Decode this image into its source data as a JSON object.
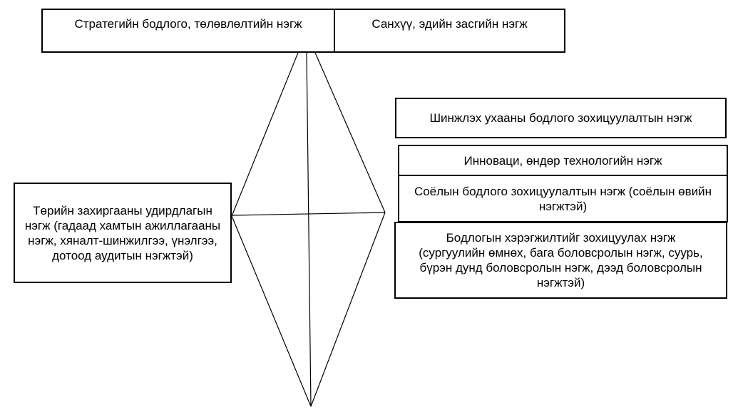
{
  "top_boxes": {
    "strategy": "Стратегийн бодлого, төлөвлөлтийн нэгж",
    "finance": "Санхүү, эдийн засгийн нэгж"
  },
  "left_box": {
    "state_admin": "Төрийн захиргааны удирдлагын нэгж  (гадаад хамтын ажиллагааны нэгж, хяналт-шинжилгээ, үнэлгээ, дотоод аудитын нэгжтэй)"
  },
  "right_boxes": {
    "science": "Шинжлэх ухааны бодлого зохицуулалтын нэгж",
    "innovation": "Инноваци, өндөр технологийн нэгж",
    "culture": "Соёлын бодлого зохицуулалтын нэгж (соёлын өвийн нэгжтэй)",
    "implementation": "Бодлогын хэрэгжилтийг зохицуулах нэгж (сургуулийн өмнөх, бага боловсролын нэгж, суурь, бүрэн дунд боловсролын нэгж, дээд боловсролын нэгжтэй)"
  },
  "colors": {
    "line": "#000000",
    "background": "#ffffff"
  }
}
